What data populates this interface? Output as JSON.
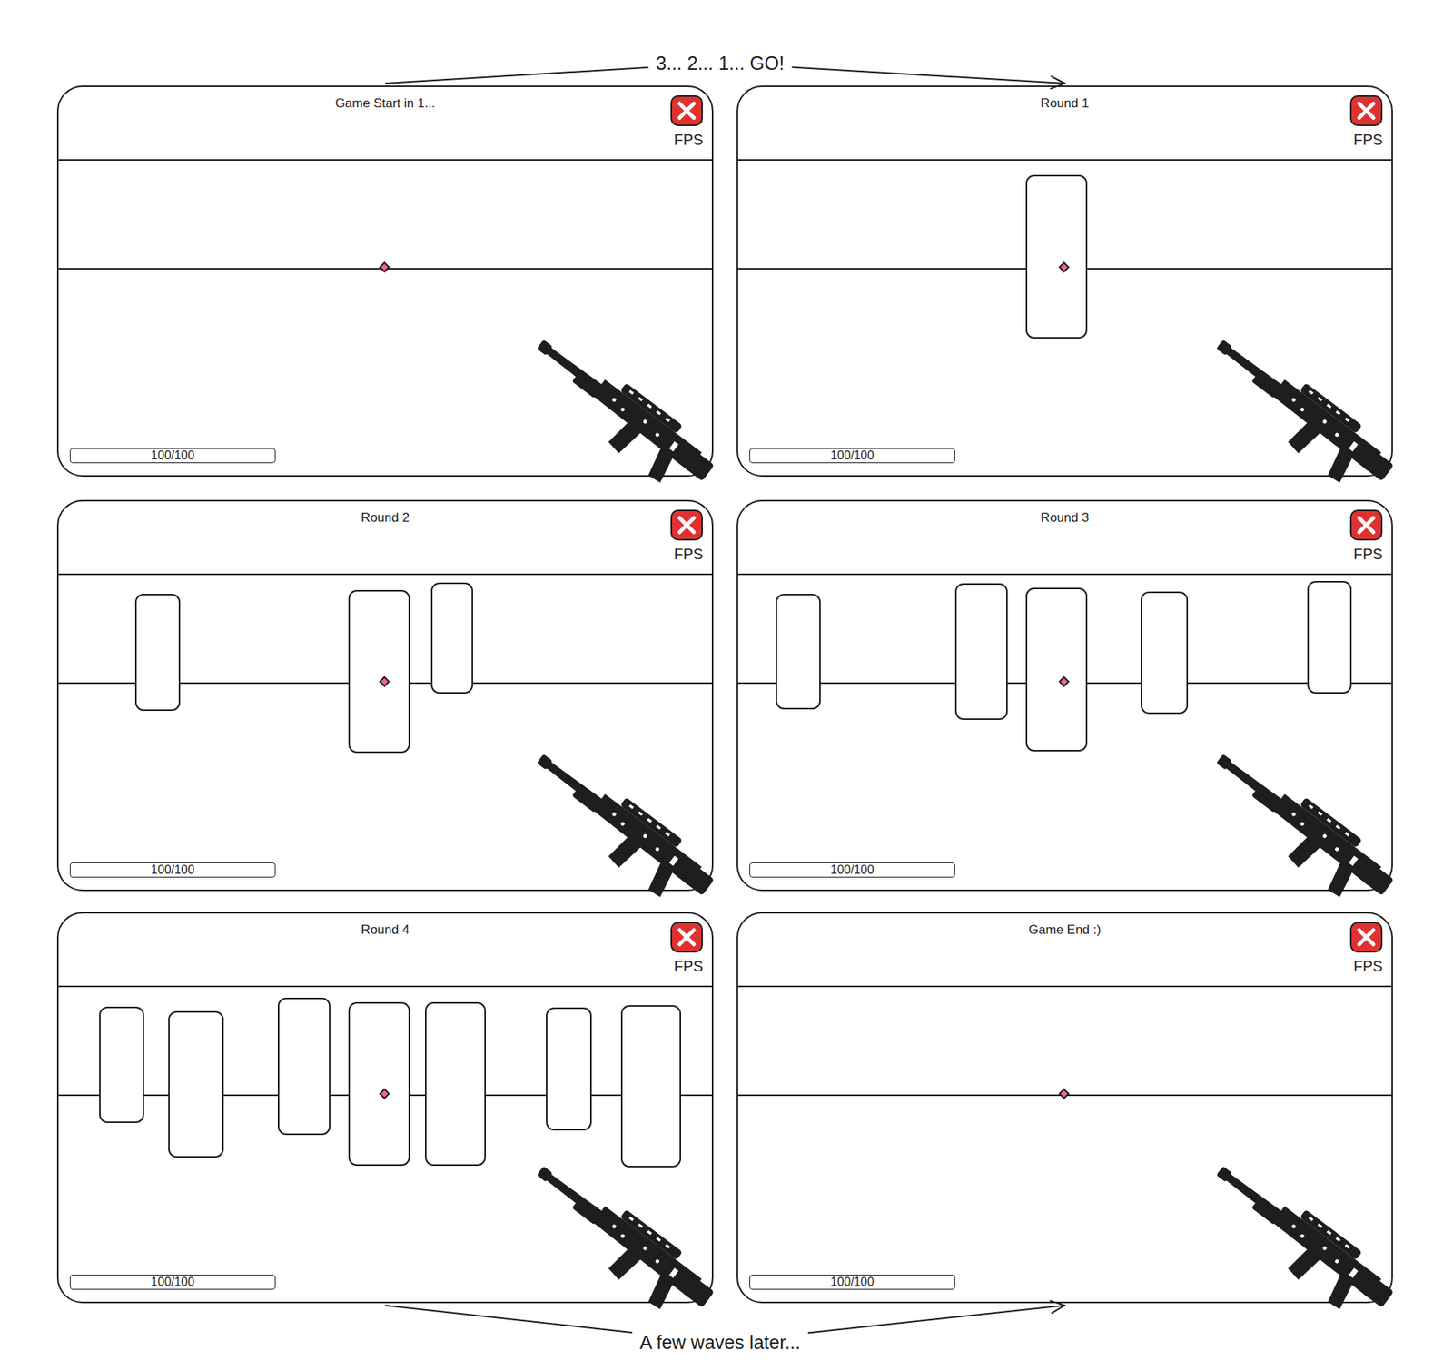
{
  "diagram": {
    "nodes": [
      {
        "text": [
          "Game Start in 1...",
          "FPS"
        ]
      },
      {
        "text": [
          "100/100"
        ],
        "in": 0
      },
      {
        "text": [
          "Round 1",
          "FPS"
        ]
      },
      {
        "text": [
          "100/100"
        ],
        "in": 2
      },
      {
        "text": [
          "Round 2",
          "FPS"
        ]
      },
      {
        "text": [
          "100/100"
        ],
        "in": 4
      },
      {
        "text": [
          "Round 3",
          "FPS"
        ]
      },
      {
        "text": [
          "100/100"
        ],
        "in": 6
      },
      {
        "text": [
          "Round 4",
          "FPS"
        ]
      },
      {
        "text": [
          "100/100"
        ],
        "in": 8
      },
      {
        "text": [
          "Game End :)",
          "FPS"
        ]
      },
      {
        "text": [
          "100/100"
        ],
        "in": 10
      }
    ],
    "edges": [
      {
        "from": 0,
        "to": 2,
        "label": "3... 2... 1... GO!",
        "arrow": "to"
      },
      {
        "from": 8,
        "to": 10,
        "label": "A few waves later...",
        "arrow": "to"
      }
    ]
  }
}
